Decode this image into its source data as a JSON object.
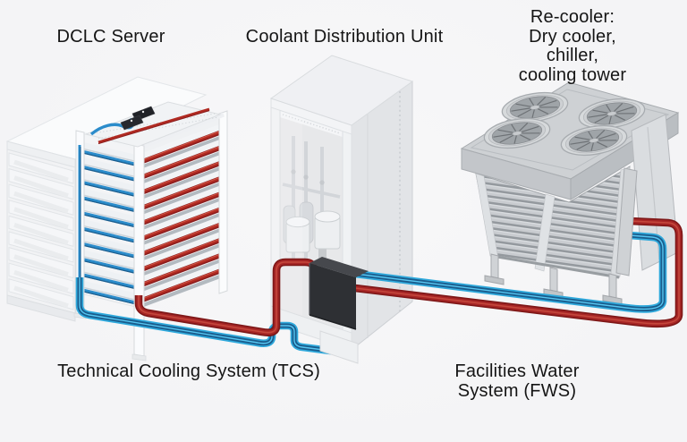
{
  "labels": {
    "server": "DCLC Server",
    "cdu": "Coolant Distribution Unit",
    "recooler": "Re-cooler:\nDry cooler, chiller,\ncooling tower",
    "tcs": "Technical Cooling System (TCS)",
    "fws": "Facilities Water System (FWS)"
  },
  "colors": {
    "background": "#f4f4f6",
    "hot_edge": "#7e1717",
    "hot_core": "#a82626",
    "hot_sheen": "#c4483c",
    "cold_edge": "#2fa9dc",
    "cold_core": "#1a5c8c",
    "cold_sheen": "#56c5f0"
  },
  "server": {
    "shelf_count": 10,
    "drawer_count": 9
  },
  "recooler": {
    "fan_count": 4,
    "leg_count": 3
  }
}
